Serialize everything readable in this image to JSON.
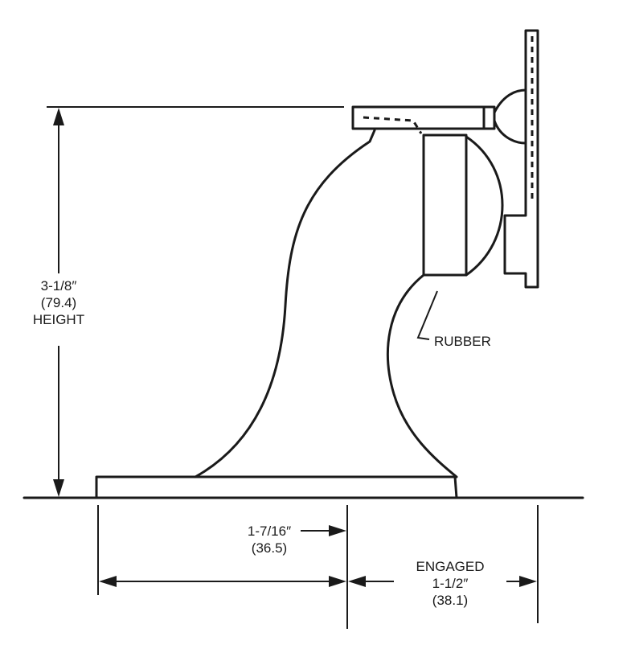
{
  "labels": {
    "height": [
      "3-1/8″",
      "(79.4)",
      "HEIGHT"
    ],
    "rubber": "RUBBER",
    "base_width": [
      "1-7/16″",
      "(36.5)"
    ],
    "engaged": [
      "ENGAGED",
      "1-1/2″",
      "(38.1)"
    ]
  },
  "colors": {
    "ink": "#1a1a1a",
    "background": "#ffffff"
  }
}
